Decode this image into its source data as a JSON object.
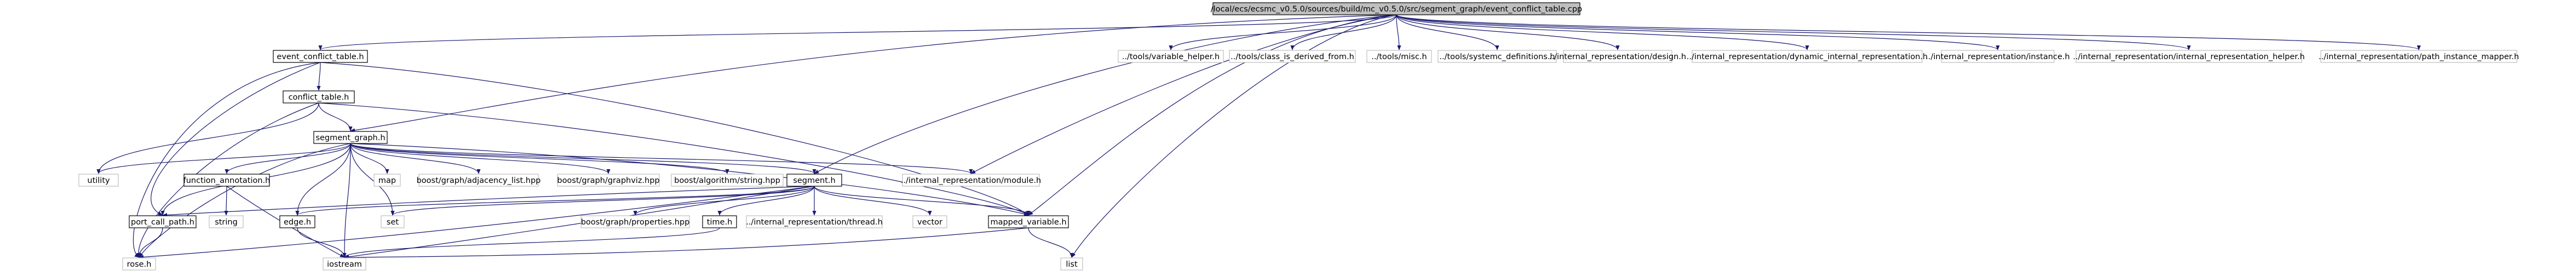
{
  "graph": {
    "edge_color": "#191970",
    "root_fill": "#bfbfbf",
    "nodes": {
      "root": "/local/ecs/ecsmc_v0.5.0/sources/build/mc_v0.5.0/src/segment_graph/event_conflict_table.cpp",
      "event_conflict_table_h": "event_conflict_table.h",
      "conflict_table_h": "conflict_table.h",
      "segment_graph_h": "segment_graph.h",
      "function_annotation_h": "function_annotation.h",
      "segment_h": "segment.h",
      "port_call_path_h": "port_call_path.h",
      "edge_h": "edge.h",
      "time_h": "time.h",
      "mapped_variable_h": "mapped_variable.h",
      "utility": "utility",
      "string": "string",
      "map": "map",
      "set": "set",
      "vector": "vector",
      "list": "list",
      "iostream": "iostream",
      "rose_h": "rose.h",
      "adjacency_list": "boost/graph/adjacency_list.hpp",
      "graphviz": "boost/graph/graphviz.hpp",
      "algorithm_string": "boost/algorithm/string.hpp",
      "properties": "boost/graph/properties.hpp",
      "ir_module": "../internal_representation/module.h",
      "ir_thread": "../internal_representation/thread.h",
      "variable_helper": "../tools/variable_helper.h",
      "class_is_derived": "../tools/class_is_derived_from.h",
      "misc": "../tools/misc.h",
      "systemc_definitions": "../tools/systemc_definitions.h",
      "ir_design": "../internal_representation/design.h",
      "ir_dynamic": "../internal_representation/dynamic_internal_representation.h",
      "ir_instance": "../internal_representation/instance.h",
      "ir_helper": "../internal_representation/internal_representation_helper.h",
      "path_instance_mapper": "../internal_representation/path_instance_mapper.h"
    }
  }
}
